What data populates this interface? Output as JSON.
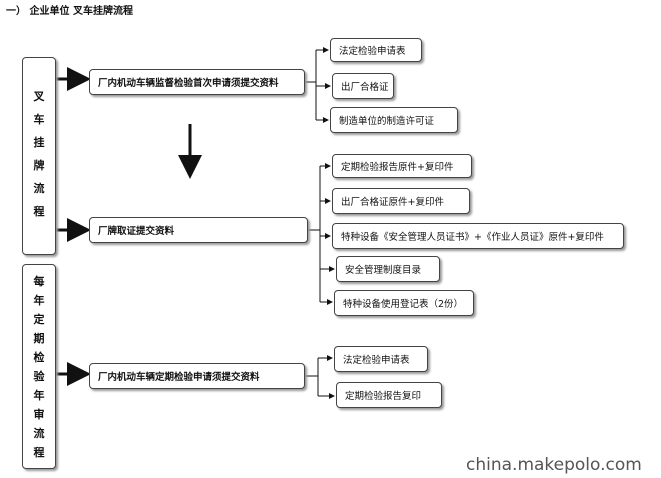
{
  "title": "一）  企业单位    叉车挂牌流程",
  "left_column_1": [
    "叉",
    "车",
    "挂",
    "牌",
    "流",
    "程"
  ],
  "left_column_2": [
    "每",
    "年",
    "定",
    "期",
    "检",
    "验",
    "年",
    "审",
    "流",
    "程"
  ],
  "main_steps": [
    "厂内机动车辆监督检验首次申请须提交资料",
    "厂牌取证提交资料",
    "厂内机动车辆定期检验申请须提交资料"
  ],
  "group1_items": [
    "法定检验申请表",
    "出厂合格证",
    "制造单位的制造许可证"
  ],
  "group2_items": [
    "定期检验报告原件+复印件",
    "出厂合格证原件+复印件",
    "特种设备《安全管理人员证书》+《作业人员证》原件+复印件",
    "安全管理制度目录",
    "特种设备使用登记表（2份）"
  ],
  "group3_items": [
    "法定检验申请表",
    "定期检验报告复印"
  ],
  "watermark": "china.makepolo.com"
}
